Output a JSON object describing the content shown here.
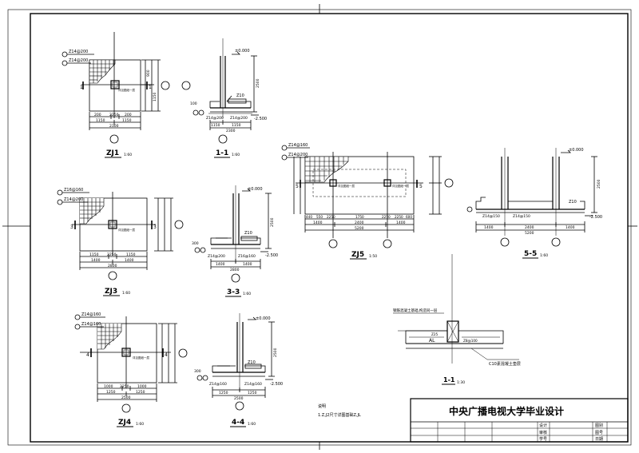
{
  "title_block": {
    "title": "中央广播电视大学毕业设计",
    "fields_left": [
      "设计",
      "审核",
      "学号"
    ],
    "fields_right": [
      "图别",
      "图号",
      "日期"
    ]
  },
  "footings": {
    "zj1": {
      "label": "ZJ1",
      "scale": "1:60",
      "rebar1": "Z14@200",
      "rebar2": "Z14@200",
      "dims_top": [
        "200",
        "2250",
        "200"
      ],
      "dims_mid": [
        "1150",
        "1150"
      ],
      "dim_total": "2300",
      "dims_side": [
        "900",
        "1150"
      ],
      "note": "详见图纸一层"
    },
    "zj3": {
      "label": "ZJ3",
      "scale": "1:60",
      "rebar1": "Z16@160",
      "rebar2": "Z14@200",
      "dims_top": [
        "1150",
        "2250",
        "1150"
      ],
      "dims_mid": [
        "1400",
        "1400"
      ],
      "dim_total": "2800",
      "note": "详见图纸一层"
    },
    "zj4": {
      "label": "ZJ4",
      "scale": "1:60",
      "rebar1": "Z14@160",
      "rebar2": "Z14@160",
      "dims_top": [
        "1000",
        "2250",
        "1000"
      ],
      "dims_mid": [
        "1250",
        "1250"
      ],
      "dim_total": "2500",
      "note": "详见图纸一层"
    },
    "zj5": {
      "label": "ZJ5",
      "scale": "1:50",
      "rebar1": "Z14@160",
      "rebar2": "Z14@200",
      "dims_top": [
        "440",
        "550",
        "2250",
        "1750",
        "2250",
        "2250",
        "600"
      ],
      "dims_mid": [
        "1400",
        "2400",
        "1400"
      ],
      "dim_total": "5200",
      "note": "详见图纸一层"
    }
  },
  "sections": {
    "s11": {
      "label": "1-1",
      "scale": "1:60",
      "elev_top": "±0.000",
      "elev_bot": "-2.500",
      "bar": "Z10",
      "rebar_a": "Z14@200",
      "rebar_b": "Z14@200",
      "dims": [
        "1150",
        "1150"
      ],
      "dim_total": "2300",
      "depth": "2500",
      "left": "100"
    },
    "s33": {
      "label": "3-3",
      "scale": "1:60",
      "elev_top": "±0.000",
      "elev_bot": "-2.500",
      "bar": "Z10",
      "rebar_a": "Z14@200",
      "rebar_b": "Z16@160",
      "dims": [
        "1400",
        "1400"
      ],
      "dim_total": "2800",
      "depth": "2500",
      "left": "300"
    },
    "s44": {
      "label": "4-4",
      "scale": "1:60",
      "elev_top": "±0.000",
      "elev_bot": "-2.500",
      "bar": "Z10",
      "rebar_a": "Z14@160",
      "rebar_b": "Z14@160",
      "dims": [
        "1250",
        "1250"
      ],
      "dim_total": "2500",
      "depth": "2500",
      "left": "300"
    },
    "s55": {
      "label": "5-5",
      "scale": "1:60",
      "elev_top": "±0.000",
      "elev_bot": "-2.500",
      "bar": "Z10",
      "rebar_a": "Z14@150",
      "rebar_b": "Z14@150",
      "dims": [
        "1400",
        "2400",
        "1400"
      ],
      "dim_total": "5200",
      "depth": "2500"
    },
    "detail": {
      "label": "1-1",
      "scale": "1:30",
      "note_top": "钢筋混凝土基础,构造同一层",
      "callout": "C10素混凝土垫层",
      "tag": "AL",
      "bar": "Z25",
      "stirrup": "Z8@100"
    }
  },
  "notes": {
    "heading": "说明",
    "line1": "1.Z,J2尺寸详图基础Z,JL"
  }
}
